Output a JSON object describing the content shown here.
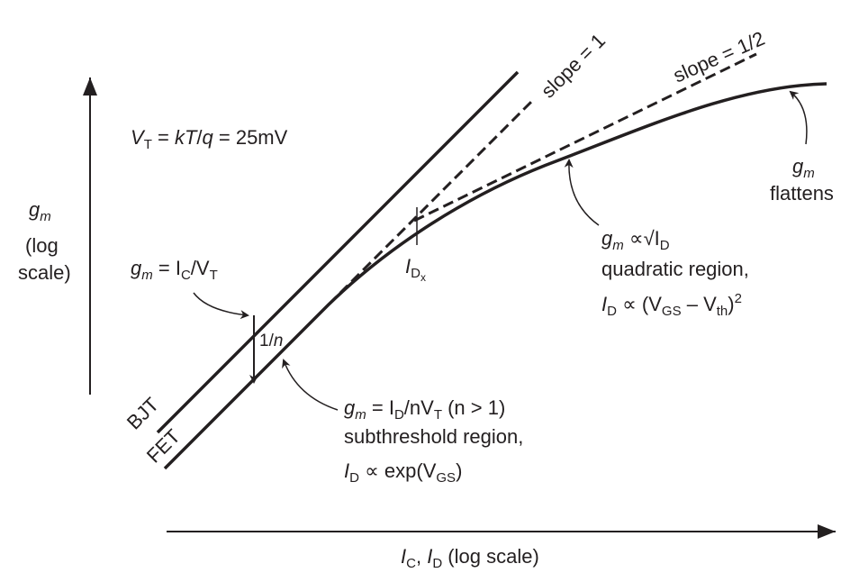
{
  "y_axis": {
    "symbol": "g",
    "subscript": "m",
    "note_line1": "(log",
    "note_line2": "scale)"
  },
  "x_axis": {
    "label_I": "I",
    "sub_C": "C",
    "sep": ", ",
    "label_I2": "I",
    "sub_D": "D",
    "suffix": " (log scale)"
  },
  "vt_eq": {
    "V": "V",
    "T": "T",
    "rest1": " = ",
    "kT": "kT",
    "slash": "/",
    "q": "q",
    "rest2": " = 25mV"
  },
  "bjt_eq": {
    "g": "g",
    "m": "m",
    "eq": " = I",
    "C": "C",
    "slash": "/V",
    "T": "T"
  },
  "line_labels": {
    "bjt": "BJT",
    "fet": "FET"
  },
  "ratio": {
    "text1": "1/",
    "n": "n"
  },
  "slope1": "slope = 1",
  "slope_half": "slope = 1/2",
  "idx": {
    "I": "I",
    "D": "D",
    "x": "x"
  },
  "sub_eq": {
    "g": "g",
    "m": "m",
    "eq": " = I",
    "D": "D",
    "mid": "/nV",
    "T": "T",
    "cond": "  (n > 1)",
    "line2": "subthreshold region,",
    "l3a": "I",
    "l3D": "D",
    "l3b": " ∝ exp(V",
    "l3GS": "GS",
    "l3c": ")"
  },
  "quad_eq": {
    "g": "g",
    "m": "m",
    "prop": " ∝√I",
    "D": "D",
    "line2": "quadratic region,",
    "l3a": "I",
    "l3D": "D",
    "l3b": " ∝ (V",
    "l3GS": "GS",
    "l3c": " – V",
    "l3th": "th",
    "l3d": ")",
    "sq": "2"
  },
  "flat": {
    "g": "g",
    "m": "m",
    "line2": "flattens"
  }
}
